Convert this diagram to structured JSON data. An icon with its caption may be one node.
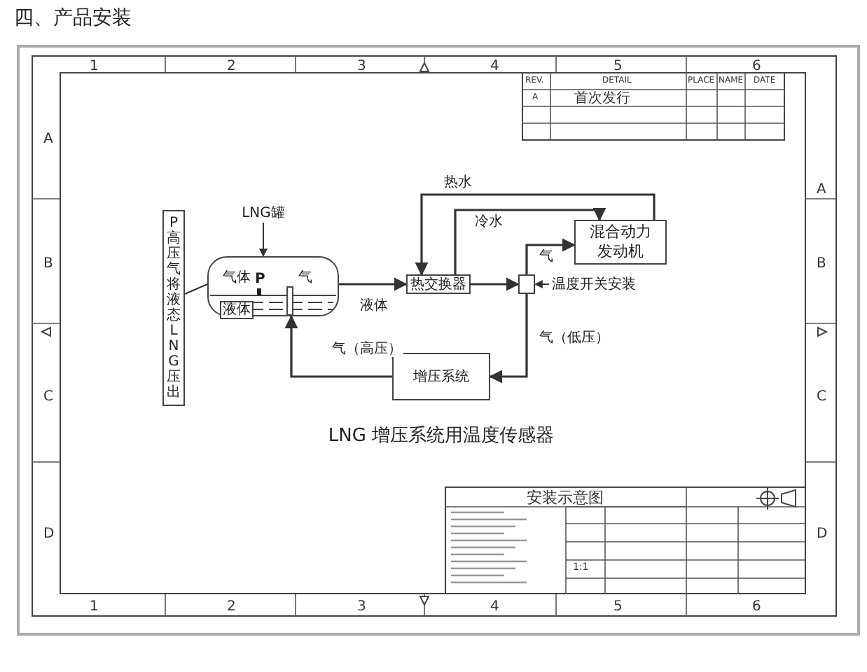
{
  "diagram": {
    "title": "四、产品安装",
    "caption": "LNG 增压系统用温度传感器",
    "nodes": [
      {
        "text": [
          "P高压气将液态LNG压出"
        ]
      },
      {
        "text": [
          "LNG罐"
        ]
      },
      {
        "text": [
          "气体",
          "P",
          "气",
          "液体"
        ]
      },
      {
        "text": [
          "热交换器"
        ]
      },
      {
        "text": [
          "混合动力发动机"
        ]
      },
      {
        "text": [],
        "shape": "box"
      },
      {
        "text": [
          "温度开关安装"
        ]
      },
      {
        "text": [
          "增压系统"
        ]
      }
    ],
    "edges": [
      {
        "from": 2,
        "to": 3,
        "arrow": "to",
        "label": "液体"
      },
      {
        "from": 4,
        "to": 3,
        "arrow": "to",
        "label": "热水"
      },
      {
        "from": 3,
        "to": 4,
        "arrow": "to",
        "label": "冷水"
      },
      {
        "from": 3,
        "to": 5,
        "arrow": "to"
      },
      {
        "from": 5,
        "to": 4,
        "arrow": "to",
        "label": "气"
      },
      {
        "from": 5,
        "to": 7,
        "arrow": "to",
        "label": "气（低压）"
      },
      {
        "from": 7,
        "to": 2,
        "arrow": "to",
        "label": "气（高压）"
      },
      {
        "from": 0,
        "to": 2,
        "arrow": "none"
      },
      {
        "from": 1,
        "to": 2,
        "arrow": "to"
      },
      {
        "from": 6,
        "to": 5,
        "arrow": "to"
      }
    ],
    "labels": [
      "1",
      "2",
      "3",
      "4",
      "5",
      "6",
      "A",
      "B",
      "C",
      "D",
      "A",
      "B",
      "C",
      "D",
      "1",
      "2",
      "3",
      "4",
      "5",
      "6",
      "REV.",
      "DETAIL",
      "PLACE",
      "NAME",
      "DATE",
      "A",
      "首次发行",
      "安装示意图",
      "1:1"
    ]
  }
}
